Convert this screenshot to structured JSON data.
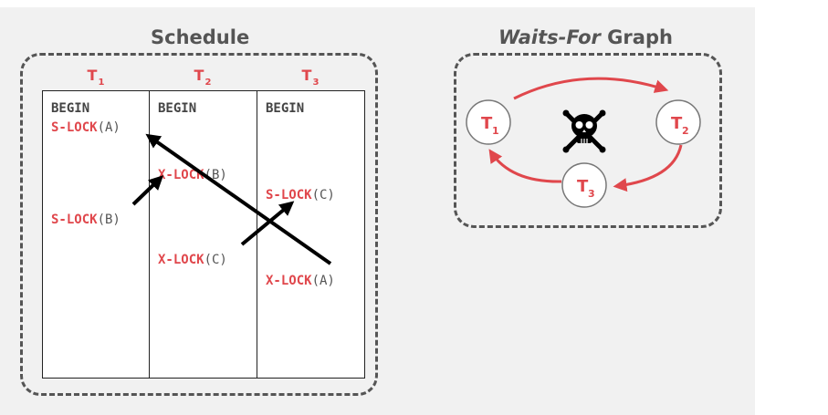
{
  "titles": {
    "schedule": "Schedule",
    "wfg_italic": "Waits-For",
    "wfg_rest": " Graph"
  },
  "transactions": [
    {
      "name": "T",
      "sub": "1"
    },
    {
      "name": "T",
      "sub": "2"
    },
    {
      "name": "T",
      "sub": "3"
    }
  ],
  "schedule": {
    "t1": {
      "begin": "BEGIN",
      "op1_kw": "S-LOCK",
      "op1_arg": "(A)",
      "op2_kw": "S-LOCK",
      "op2_arg": "(B)"
    },
    "t2": {
      "begin": "BEGIN",
      "op1_kw": "X-LOCK",
      "op1_arg": "(B)",
      "op2_kw": "X-LOCK",
      "op2_arg": "(C)"
    },
    "t3": {
      "begin": "BEGIN",
      "op1_kw": "S-LOCK",
      "op1_arg": "(C)",
      "op2_kw": "X-LOCK",
      "op2_arg": "(A)"
    }
  },
  "graph": {
    "nodes": [
      {
        "name": "T",
        "sub": "1"
      },
      {
        "name": "T",
        "sub": "2"
      },
      {
        "name": "T",
        "sub": "3"
      }
    ],
    "edges": [
      {
        "from": "T1",
        "to": "T2"
      },
      {
        "from": "T2",
        "to": "T3"
      },
      {
        "from": "T3",
        "to": "T1"
      }
    ],
    "deadlock_icon": "skull-crossbones-icon"
  },
  "colors": {
    "accent_red": "#e0474c",
    "dark_gray": "#555555",
    "background": "#f1f1f1"
  }
}
